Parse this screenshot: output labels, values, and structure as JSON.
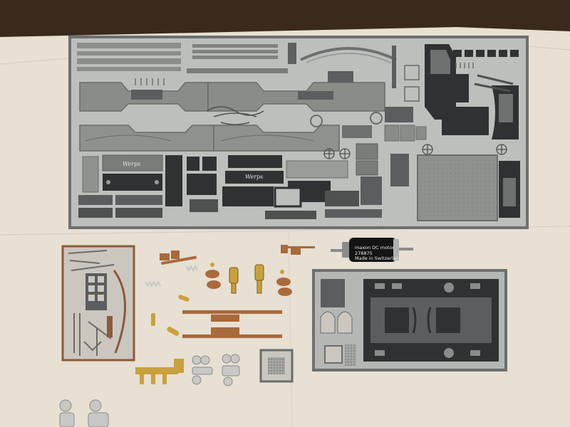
{
  "scene": {
    "fret_main_engraving": "Werps",
    "fret_small_engraving": "Werps",
    "motor_label_line1": "maxon DC motor",
    "motor_label_line2": "278875",
    "motor_label_line3": "Made in Switzerland",
    "colors": {
      "wall": "#3a2a1e",
      "paper": "#e7e0d3",
      "nickel_silver": "#9a9c9a",
      "nickel_dark": "#5b5d5e",
      "brass": "#c9a13c",
      "copper": "#a96a3c",
      "whitemetal": "#c8c8c6"
    }
  }
}
